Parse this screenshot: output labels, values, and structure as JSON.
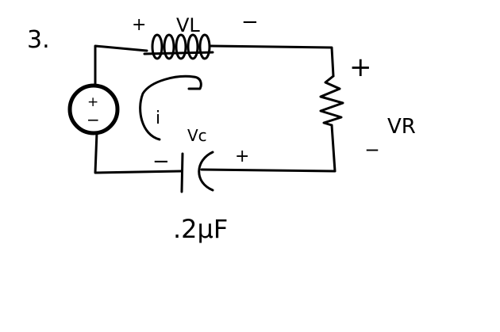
{
  "problem": {
    "number": "3."
  },
  "inductor": {
    "label": "VL",
    "plus": "+",
    "minus": "−"
  },
  "resistor": {
    "label": "VR",
    "plus": "+",
    "minus": "_"
  },
  "capacitor": {
    "label": "Vc",
    "plus": "+",
    "minus": "−",
    "value": ".2μF"
  },
  "source": {
    "plus": "+",
    "minus": "−"
  },
  "current": {
    "label": "i"
  },
  "colors": {
    "ink": "#000000",
    "background": "#ffffff"
  }
}
